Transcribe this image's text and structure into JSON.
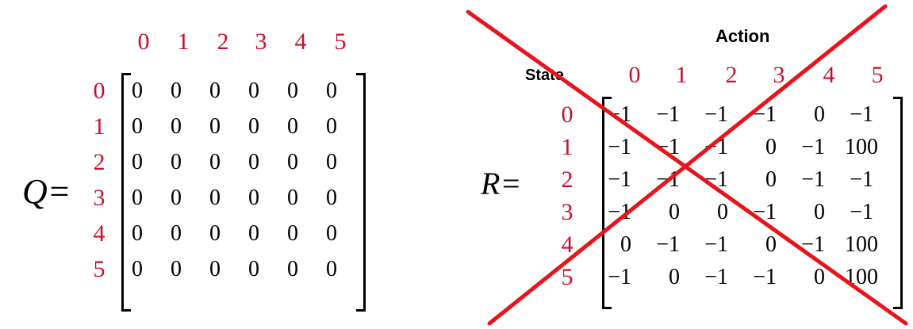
{
  "q_matrix": {
    "label": "Q=",
    "col_labels": [
      "0",
      "1",
      "2",
      "3",
      "4",
      "5"
    ],
    "row_labels": [
      "0",
      "1",
      "2",
      "3",
      "4",
      "5"
    ],
    "rows": [
      [
        "0",
        "0",
        "0",
        "0",
        "0",
        "0"
      ],
      [
        "0",
        "0",
        "0",
        "0",
        "0",
        "0"
      ],
      [
        "0",
        "0",
        "0",
        "0",
        "0",
        "0"
      ],
      [
        "0",
        "0",
        "0",
        "0",
        "0",
        "0"
      ],
      [
        "0",
        "0",
        "0",
        "0",
        "0",
        "0"
      ],
      [
        "0",
        "0",
        "0",
        "0",
        "0",
        "0"
      ]
    ]
  },
  "r_matrix": {
    "label": "R=",
    "col_header": "Action",
    "row_header": "State",
    "col_labels": [
      "0",
      "1",
      "2",
      "3",
      "4",
      "5"
    ],
    "row_labels": [
      "0",
      "1",
      "2",
      "3",
      "4",
      "5"
    ],
    "rows": [
      [
        "−1",
        "−1",
        "−1",
        "−1",
        "0",
        "−1"
      ],
      [
        "−1",
        "−1",
        "−1",
        "0",
        "−1",
        "100"
      ],
      [
        "−1",
        "−1",
        "−1",
        "0",
        "−1",
        "−1"
      ],
      [
        "−1",
        "0",
        "0",
        "−1",
        "0",
        "−1"
      ],
      [
        "0",
        "−1",
        "−1",
        "0",
        "−1",
        "100"
      ],
      [
        "−1",
        "0",
        "−1",
        "−1",
        "0",
        "100"
      ]
    ]
  },
  "colors": {
    "label_red": "#c8102e",
    "cross_red": "#e8141c"
  },
  "cross_mark": "crossed-out-x"
}
